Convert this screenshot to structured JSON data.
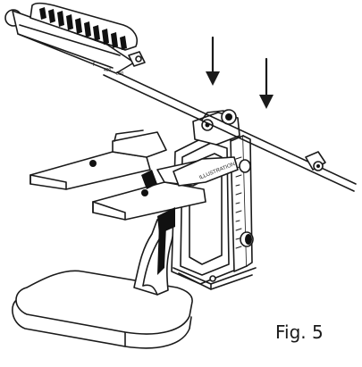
{
  "figure": {
    "caption": "Fig. 5",
    "brand_text": "ILLUSTRATION",
    "arrow_count": 2,
    "line_color": "#1a1a1a",
    "fill_color": "#ffffff",
    "dark_fill": "#111111"
  }
}
